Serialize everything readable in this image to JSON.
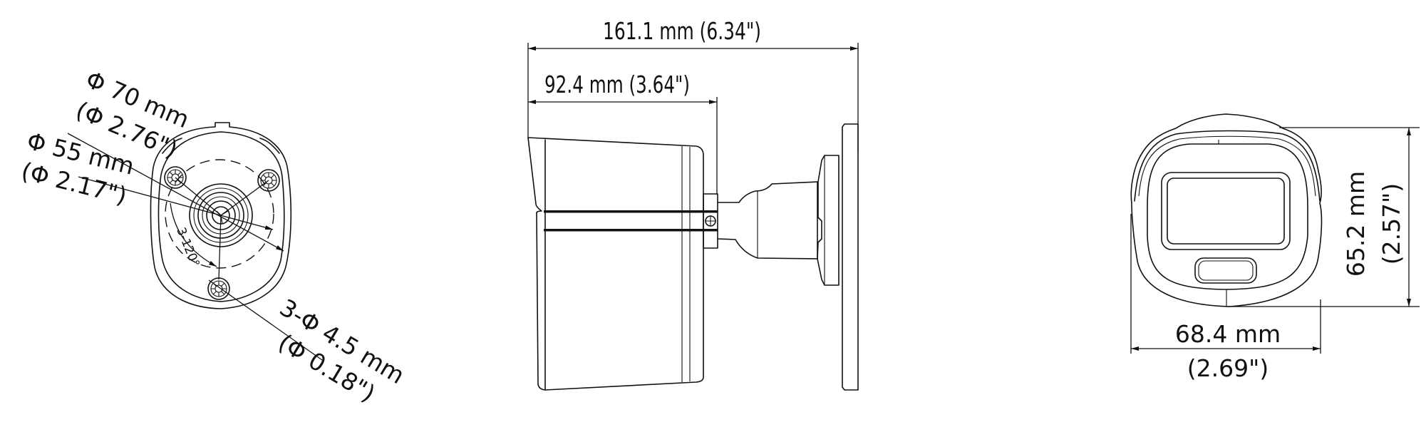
{
  "views": {
    "rear": {
      "outer_diameter_mm": "Φ 70 mm",
      "outer_diameter_in": "(Φ 2.76\")",
      "hole_circle_mm": "Φ 55 mm",
      "hole_circle_in": "(Φ 2.17\")",
      "angle": "3-120°",
      "holes_mm": "3-Φ 4.5 mm",
      "holes_in": "(Φ 0.18\")"
    },
    "side": {
      "total_length": "161.1 mm (6.34\")",
      "body_length": "92.4 mm (3.64\")"
    },
    "front": {
      "height_mm": "65.2 mm",
      "height_in": "(2.57\")",
      "width_mm": "68.4 mm",
      "width_in": "(2.69\")"
    }
  },
  "colors": {
    "line": "#111111",
    "background": "#ffffff"
  }
}
